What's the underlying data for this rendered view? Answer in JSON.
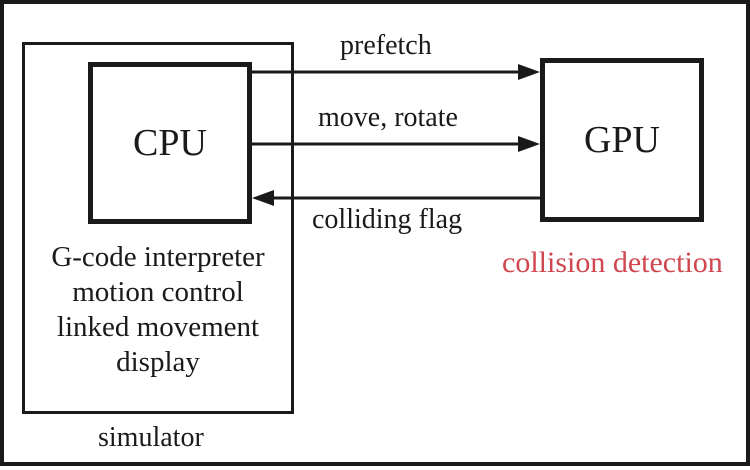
{
  "nodes": {
    "cpu": "CPU",
    "gpu": "GPU"
  },
  "edges": {
    "prefetch": "prefetch",
    "move_rotate": "move, rotate",
    "colliding_flag": "colliding flag"
  },
  "gpu_function": "collision detection",
  "cpu_functions": [
    "G-code interpreter",
    "motion control",
    "linked movement",
    "display"
  ],
  "container_label": "simulator",
  "colors": {
    "line": "#1a1a1a",
    "highlight_text": "#d0474f",
    "background": "#ffffff"
  }
}
